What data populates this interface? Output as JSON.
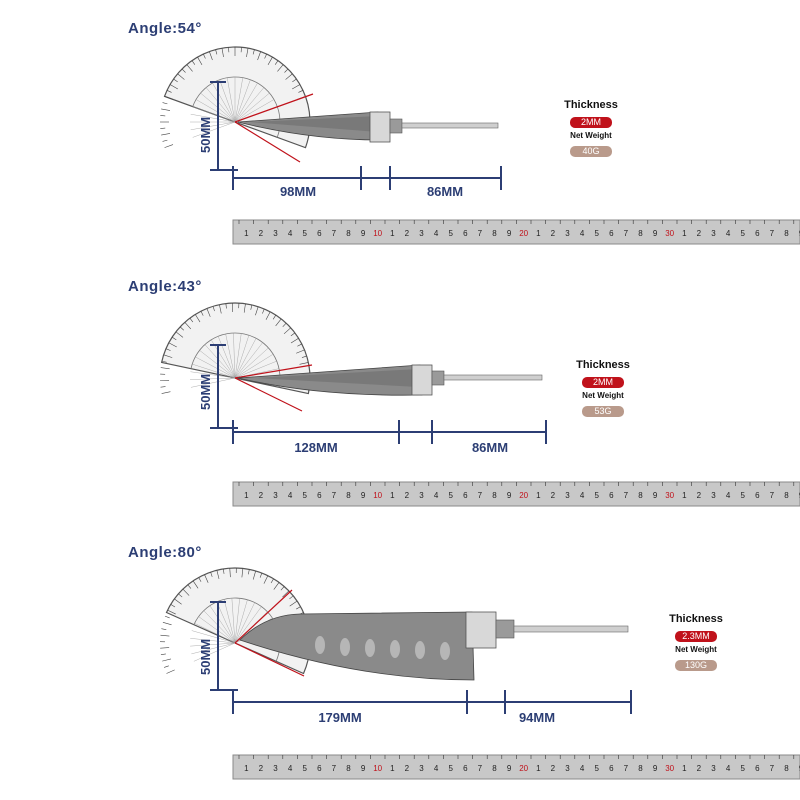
{
  "panels": [
    {
      "angle": "Angle:54°",
      "height_label": "50MM",
      "blade_label": "98MM",
      "handle_label": "86MM",
      "thickness_title": "Thickness",
      "thickness_value": "2MM",
      "weight_title": "Net Weight",
      "weight_value": "40G"
    },
    {
      "angle": "Angle:43°",
      "height_label": "50MM",
      "blade_label": "128MM",
      "handle_label": "86MM",
      "thickness_title": "Thickness",
      "thickness_value": "2MM",
      "weight_title": "Net Weight",
      "weight_value": "53G"
    },
    {
      "angle": "Angle:80°",
      "height_label": "50MM",
      "blade_label": "179MM",
      "handle_label": "94MM",
      "thickness_title": "Thickness",
      "thickness_value": "2.3MM",
      "weight_title": "Net Weight",
      "weight_value": "130G"
    }
  ],
  "ruler": {
    "major_labels": [
      "10",
      "20",
      "30"
    ],
    "minor_labels": [
      "1",
      "2",
      "3",
      "4",
      "5",
      "6",
      "7",
      "8",
      "9"
    ]
  },
  "colors": {
    "dimension": "#2c3e74",
    "accent_red": "#c0121b",
    "weight_badge": "#b99a8b"
  }
}
